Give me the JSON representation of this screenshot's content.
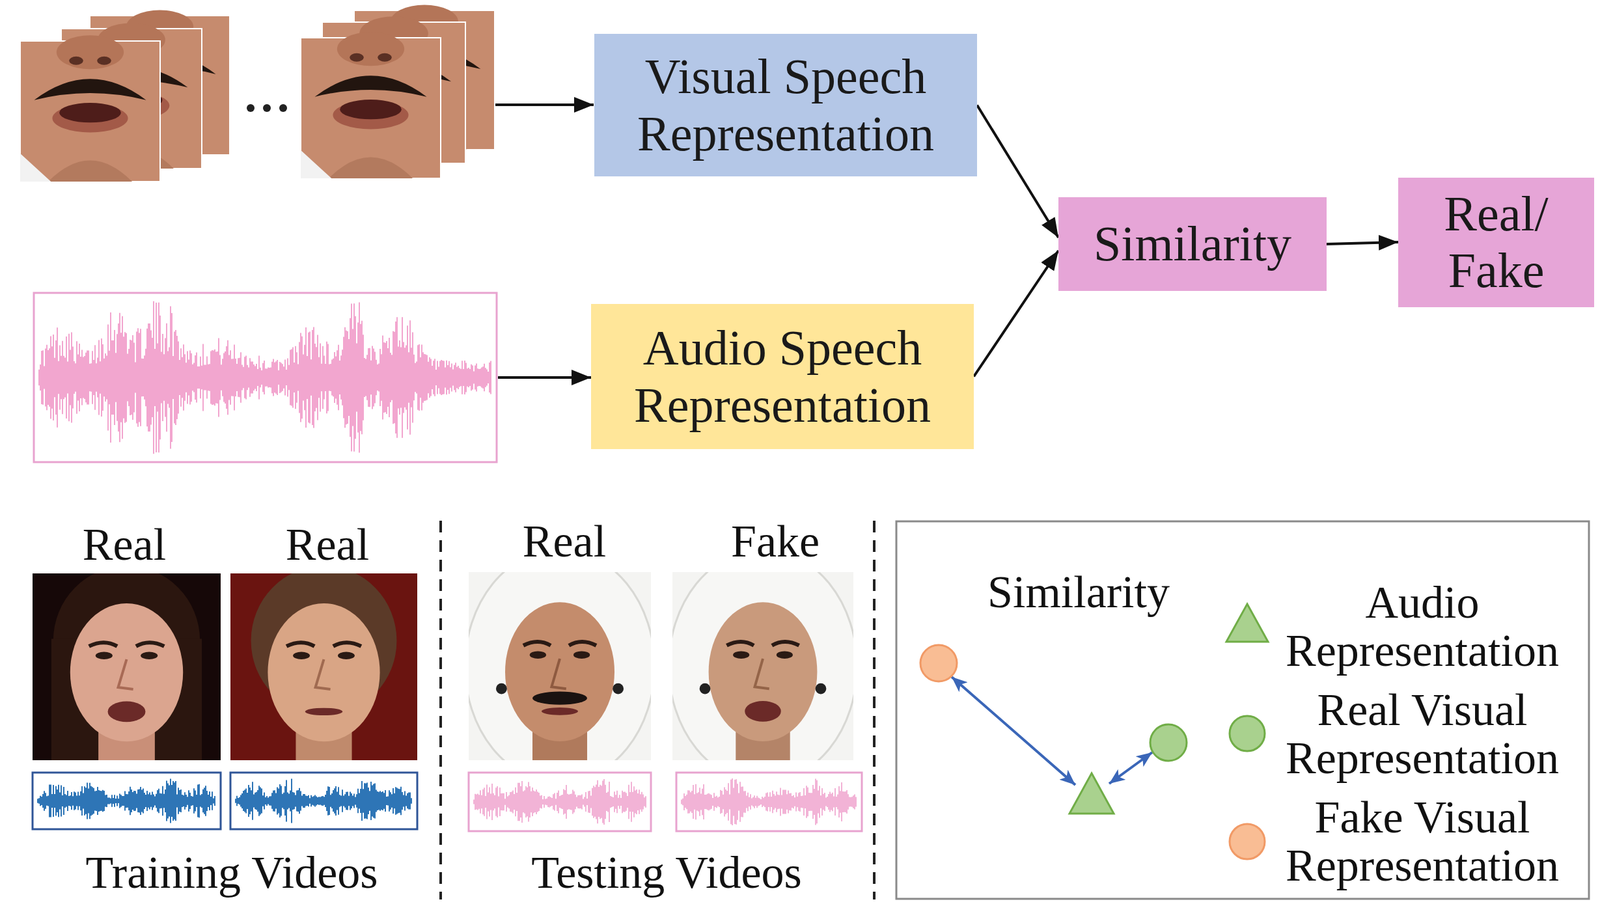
{
  "diagram": {
    "nodes": [
      {
        "text": [
          "Visual Speech Representation"
        ]
      },
      {
        "text": [
          "Audio Speech Representation"
        ]
      },
      {
        "text": [
          "Similarity"
        ]
      },
      {
        "text": [
          "Real/ Fake"
        ]
      }
    ],
    "edges": [
      {
        "from": 0,
        "to": 2,
        "arrow": "to"
      },
      {
        "from": 1,
        "to": 2,
        "arrow": "to"
      },
      {
        "from": 2,
        "to": 3,
        "arrow": "to"
      }
    ],
    "labels": [
      "Real",
      "Real",
      "Real",
      "Fake",
      "Training Videos",
      "Testing Videos",
      "Similarity"
    ],
    "legend": [
      {
        "text": "Audio Representation"
      },
      {
        "text": "Real Visual Representation"
      },
      {
        "text": "Fake Visual Representation"
      }
    ]
  }
}
